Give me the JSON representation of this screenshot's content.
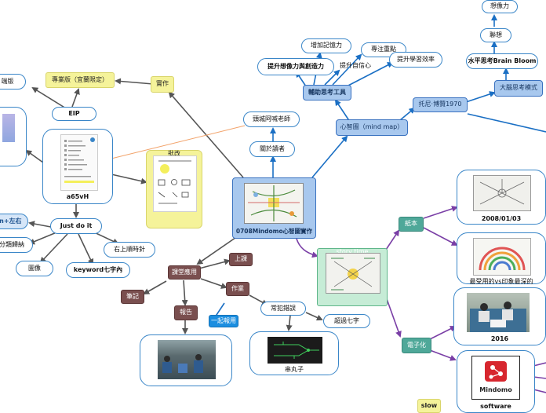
{
  "map": {
    "central": "0708Mindomo心智圖實作",
    "practice": "實作",
    "pro_edition": "專業版（宜蘭限定）",
    "eip": "EIP",
    "client_partial": "端版",
    "a65vh": "a65vH",
    "just_do_it": "Just do it",
    "pin_partial": "in+左右",
    "classify_partial": "分類歸納",
    "image": "圖像",
    "keyword": "keyword七字內",
    "right_rotate": "右上順時針",
    "annotate": "批改",
    "classroom_use": "課堂應用",
    "class": "上課",
    "notes": "筆記",
    "homework": "作業",
    "report": "報告",
    "together": "一起報用",
    "common_errors": "常犯錯誤",
    "over_seven": "超過七字",
    "meatballs": "串丸子",
    "about_author": "關於讀者",
    "teacher": "頭城阿喊老師",
    "mind_map": "心智圖（mind map）",
    "aid_tool": "輔助思考工具",
    "imagination_creativity": "提升想像力與創造力",
    "memory": "增加記憶力",
    "confidence": "提升自信心",
    "focus": "專注重點",
    "learning_efficiency": "提升學習效率",
    "tony_buzan": "托尼·博贊1970",
    "brain_mode": "大腦思考模式",
    "horizontal_thinking": "水平思考Brain Bloom",
    "association": "聯想",
    "imagination": "想像力",
    "story_time": "story time",
    "paper": "紙本",
    "date_2008": "2008/01/03",
    "impressive": "最受用的vs印象最深的",
    "year_2016": "2016",
    "digital": "電子化",
    "software": "software",
    "logo_text": "Mindomo",
    "slow": "slow"
  },
  "colors": {
    "line_dark": "#555555",
    "line_blue": "#1a6fc4",
    "line_purple": "#7a3fa6",
    "line_orange": "#f2a36b"
  },
  "icons": {
    "up_arrow": "arrow-up-icon",
    "mindomo_logo": "mindomo-logo-icon"
  }
}
